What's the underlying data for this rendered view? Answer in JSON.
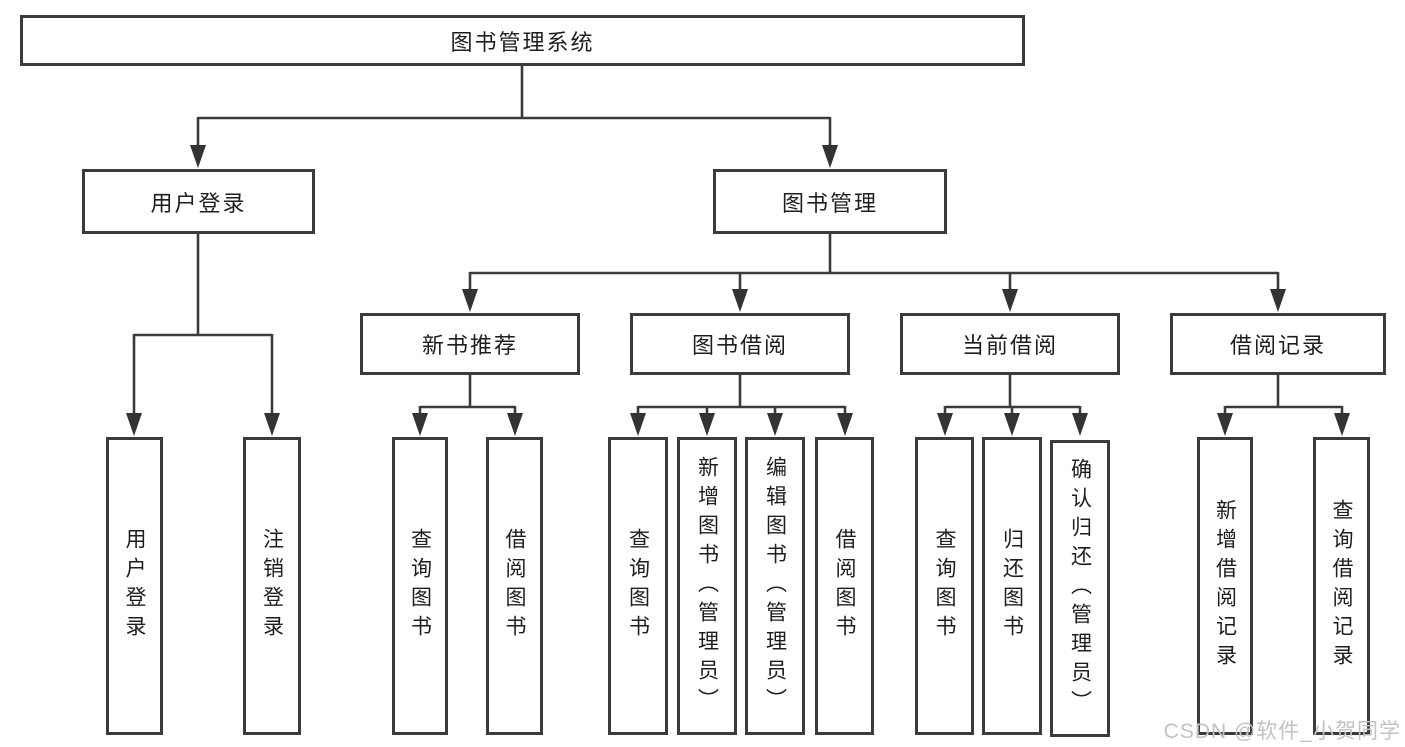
{
  "tree": {
    "root": {
      "label": "图书管理系统",
      "children": [
        {
          "label": "用户登录",
          "children": [
            {
              "label": "用户登录"
            },
            {
              "label": "注销登录"
            }
          ]
        },
        {
          "label": "图书管理",
          "children": [
            {
              "label": "新书推荐",
              "children": [
                {
                  "label": "查询图书"
                },
                {
                  "label": "借阅图书"
                }
              ]
            },
            {
              "label": "图书借阅",
              "children": [
                {
                  "label": "查询图书"
                },
                {
                  "label": "新增图书（管理员）"
                },
                {
                  "label": "编辑图书（管理员）"
                },
                {
                  "label": "借阅图书"
                }
              ]
            },
            {
              "label": "当前借阅",
              "children": [
                {
                  "label": "查询图书"
                },
                {
                  "label": "归还图书"
                },
                {
                  "label": "确认归还（管理员）"
                }
              ]
            },
            {
              "label": "借阅记录",
              "children": [
                {
                  "label": "新增借阅记录"
                },
                {
                  "label": "查询借阅记录"
                }
              ]
            }
          ]
        }
      ]
    }
  },
  "colors": {
    "line": "#3b3b3b",
    "border": "#3b3b3b",
    "text": "#1e1e1e",
    "watermark": "#c2c2c2"
  },
  "watermark": {
    "text": "CSDN @软件_小贺同学"
  }
}
